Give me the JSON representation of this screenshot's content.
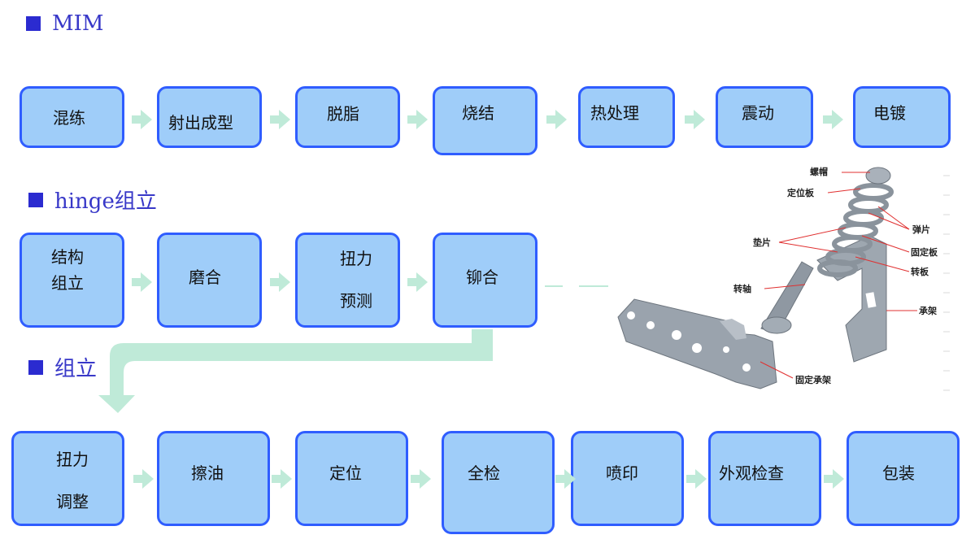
{
  "sections": {
    "mim": "MIM",
    "hinge": "hinge组立",
    "assembly": "组立"
  },
  "mim_steps": [
    "混练",
    "射出成型",
    "脱脂",
    "烧结",
    "热处理",
    "震动",
    "电镀"
  ],
  "hinge_steps": [
    {
      "line1": "结构",
      "line2": "组立"
    },
    {
      "line1": "磨合"
    },
    {
      "line1": "扭力",
      "line2": "预测"
    },
    {
      "line1": "铆合"
    }
  ],
  "assembly_steps": [
    {
      "line1": "扭力",
      "line2": "调整"
    },
    {
      "line1": "擦油"
    },
    {
      "line1": "定位"
    },
    {
      "line1": "全检"
    },
    {
      "line1": "喷印"
    },
    {
      "line1": "外观检查"
    },
    {
      "line1": "包装"
    }
  ],
  "hinge_diagram": {
    "labels": [
      "螺帽",
      "定位板",
      "弹片",
      "垫片",
      "固定板",
      "转板",
      "转轴",
      "承架",
      "固定承架"
    ]
  },
  "colors": {
    "box_fill": "#9fcdf9",
    "box_border": "#2f5dff",
    "arrow": "#bfead8",
    "section_text": "#3838c8"
  }
}
